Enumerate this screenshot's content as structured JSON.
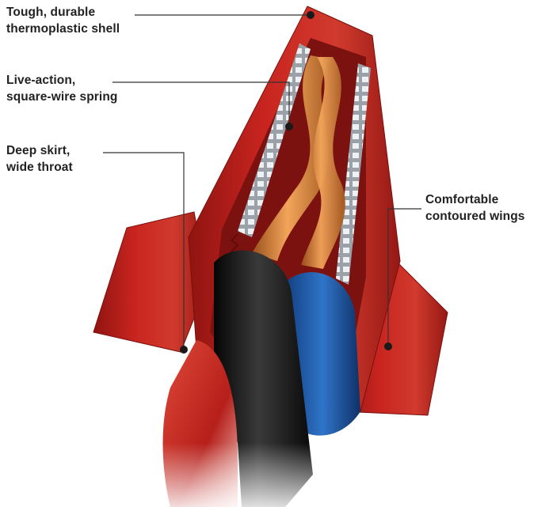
{
  "callouts": [
    {
      "id": "shell",
      "text": "Tough, durable\nthermoplastic shell"
    },
    {
      "id": "spring",
      "text": "Live-action,\nsquare-wire spring"
    },
    {
      "id": "skirt",
      "text": "Deep skirt,\nwide throat"
    },
    {
      "id": "wings",
      "text": "Comfortable\ncontoured wings"
    }
  ],
  "colors": {
    "shell": "#c0231f",
    "shell_dark": "#8e1512",
    "spring": "#d7dbe0",
    "copper": "#d9873c",
    "black_wire": "#161616",
    "blue_wire": "#1f5aa6",
    "red_wire": "#c12a22",
    "leader": "#333333"
  }
}
